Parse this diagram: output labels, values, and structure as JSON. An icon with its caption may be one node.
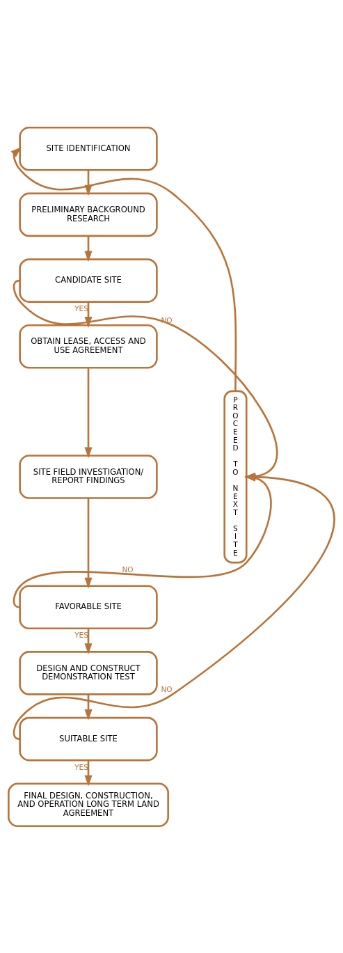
{
  "diagram": {
    "nodes": [
      {
        "text": [
          "SITE IDENTIFICATION"
        ]
      },
      {
        "text": [
          "PRELIMINARY BACKGROUND RESEARCH"
        ]
      },
      {
        "text": [
          "CANDIDATE SITE"
        ]
      },
      {
        "text": [
          "OBTAIN LEASE, ACCESS AND USE AGREEMENT"
        ]
      },
      {
        "text": [
          "SITE FIELD INVESTIGATION/ REPORT FINDINGS"
        ]
      },
      {
        "text": [
          "FAVORABLE SITE"
        ]
      },
      {
        "text": [
          "DESIGN AND CONSTRUCT DEMONSTRATION TEST"
        ]
      },
      {
        "text": [
          "SUITABLE SITE"
        ]
      },
      {
        "text": [
          "FINAL DESIGN, CONSTRUCTION, AND OPERATION LONG TERM LAND AGREEMENT"
        ]
      },
      {
        "text": [
          "PROCEED TO NEXT SITE"
        ]
      }
    ],
    "edges": [
      {
        "from": 0,
        "to": 1,
        "arrow": "to"
      },
      {
        "from": 1,
        "to": 2,
        "arrow": "to"
      },
      {
        "from": 2,
        "to": 3,
        "arrow": "to",
        "label": "YES"
      },
      {
        "from": 3,
        "to": 4,
        "arrow": "to"
      },
      {
        "from": 4,
        "to": 5,
        "arrow": "to"
      },
      {
        "from": 5,
        "to": 6,
        "arrow": "to",
        "label": "YES"
      },
      {
        "from": 6,
        "to": 7,
        "arrow": "to"
      },
      {
        "from": 7,
        "to": 8,
        "arrow": "to",
        "label": "YES"
      },
      {
        "from": 2,
        "to": 9,
        "arrow": "to",
        "label": "NO"
      },
      {
        "from": 5,
        "to": 9,
        "arrow": "to",
        "label": "NO"
      },
      {
        "from": 7,
        "to": 9,
        "arrow": "to",
        "label": "NO"
      },
      {
        "from": 9,
        "to": 0,
        "arrow": "to"
      }
    ]
  }
}
